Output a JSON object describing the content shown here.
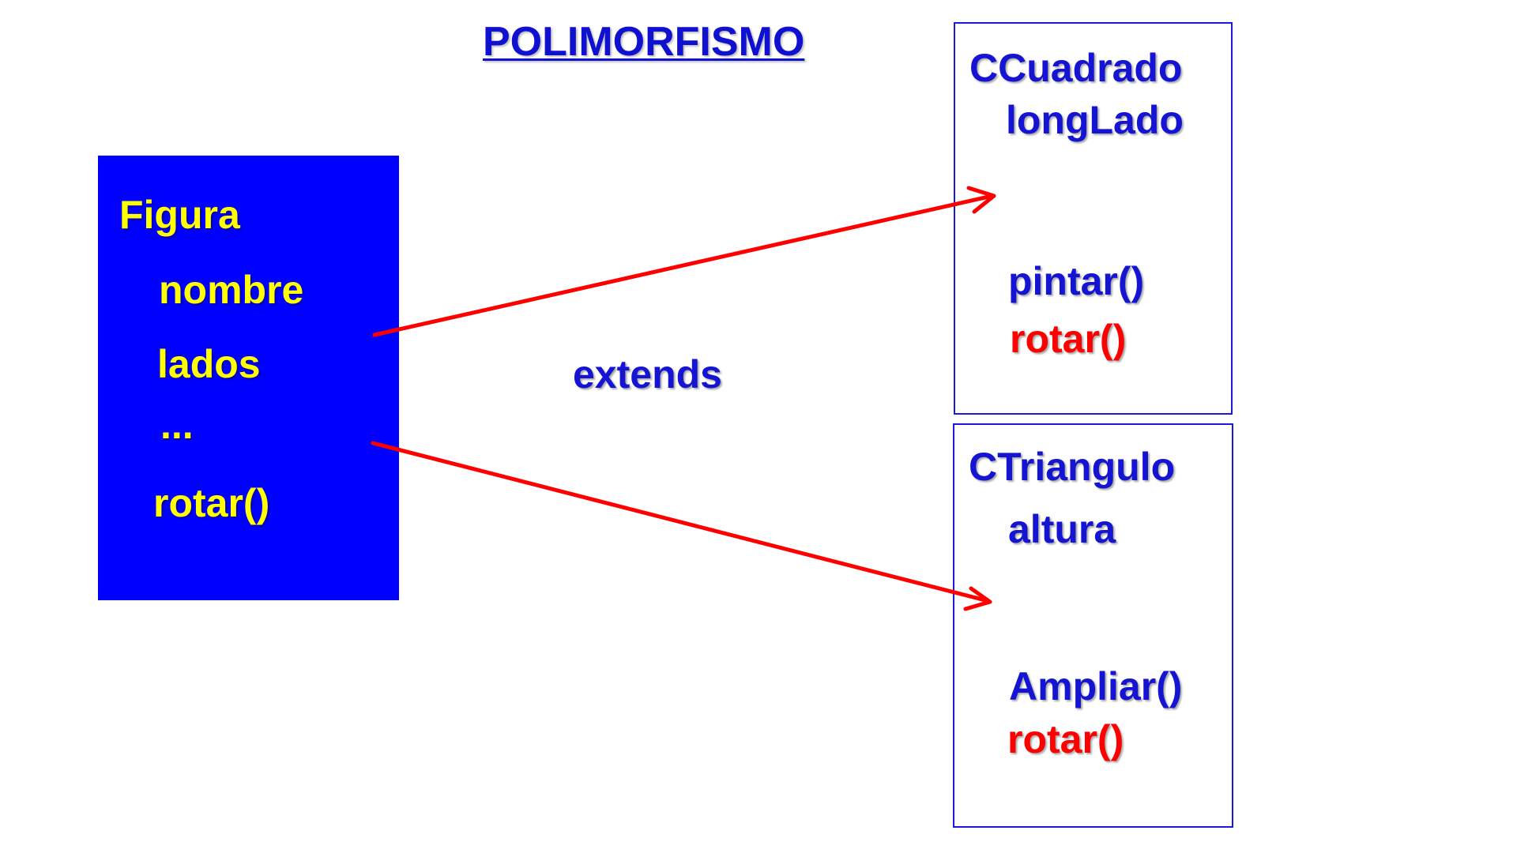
{
  "title": "POLIMORFISMO",
  "relation_label": "extends",
  "base_class": {
    "name": "Figura",
    "members": [
      "nombre",
      "lados",
      "...",
      "rotar()"
    ]
  },
  "subclasses": [
    {
      "name": "CCuadrado",
      "attribute": "longLado",
      "method": "pintar()",
      "overridden_method": "rotar()"
    },
    {
      "name": "CTriangulo",
      "attribute": "altura",
      "method": "Ampliar()",
      "overridden_method": "rotar()"
    }
  ],
  "colors": {
    "base_box": "#0000ff",
    "base_text": "#ffff00",
    "class_text": "#1414d2",
    "override_text": "#ff0000",
    "arrow": "#ff0000"
  }
}
